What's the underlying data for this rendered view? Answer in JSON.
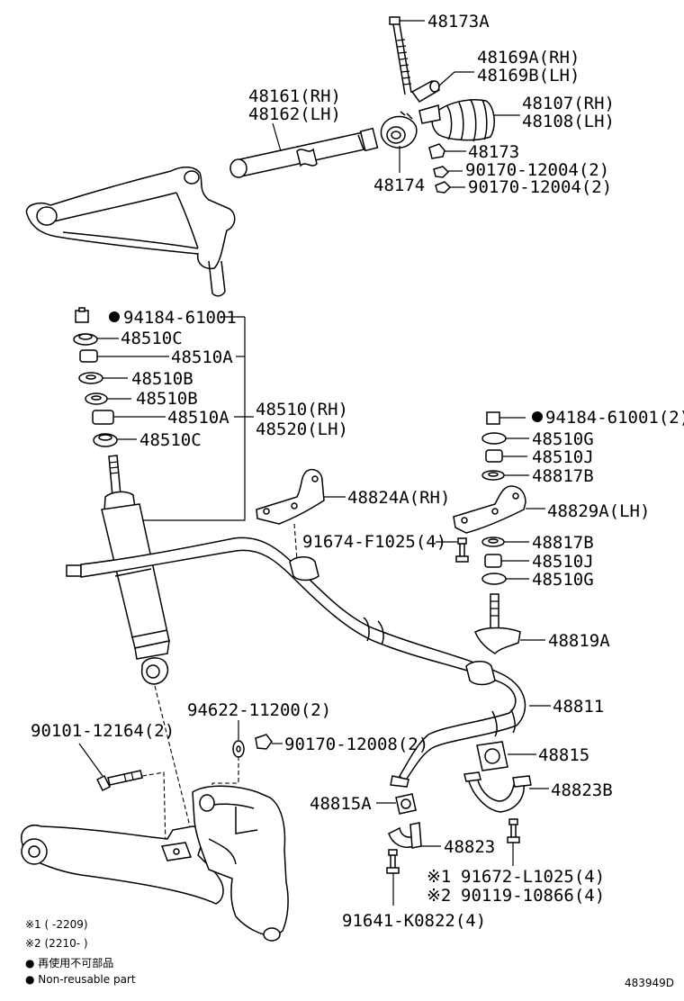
{
  "labels": {
    "p48173A": "48173A",
    "p48169A": "48169A(RH)",
    "p48169B": "48169B(LH)",
    "p48161": "48161(RH)",
    "p48162": "48162(LH)",
    "p48107": "48107(RH)",
    "p48108": "48108(LH)",
    "p48173": "48173",
    "p48174": "48174",
    "p90170a": "90170-12004(2)",
    "p90170b": "90170-12004(2)",
    "p94184L": "94184-61001",
    "p48510C1": "48510C",
    "p48510A1": "48510A",
    "p48510B1": "48510B",
    "p48510B2": "48510B",
    "p48510A2": "48510A",
    "p48510C2": "48510C",
    "p48510RH": "48510(RH)",
    "p48520LH": "48520(LH)",
    "p94184R": "94184-61001(2)",
    "p48510G1": "48510G",
    "p48510J1": "48510J",
    "p48817B1": "48817B",
    "p48824A": "48824A(RH)",
    "p48829A": "48829A(LH)",
    "p91674": "91674-F1025(4)",
    "p48817B2": "48817B",
    "p48510J2": "48510J",
    "p48510G2": "48510G",
    "p48819A": "48819A",
    "p48811": "48811",
    "p94622": "94622-11200(2)",
    "p90101": "90101-12164(2)",
    "p90170c": "90170-12008(2)",
    "p48815": "48815",
    "p48823B": "48823B",
    "p48815A": "48815A",
    "p48823": "48823",
    "p91672": "91672-L1025(4)",
    "p90119": "90119-10866(4)",
    "p91641": "91641-K0822(4)",
    "mark1": "※1",
    "mark2": "※2"
  },
  "notes": {
    "n1": "※1 (      -2209)",
    "n2": "※2 (2210-      )",
    "n3": "● 再使用不可部品",
    "n4": "● Non-reusable part"
  },
  "diagram_id": "483949D"
}
